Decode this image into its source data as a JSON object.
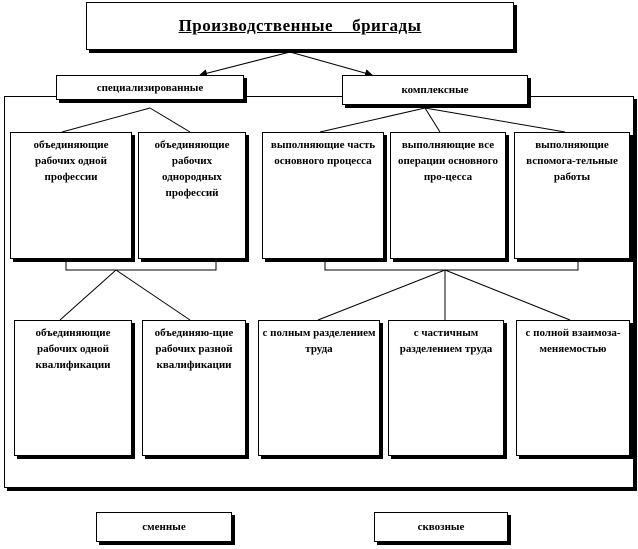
{
  "title": "Производственные    бригады",
  "level1": {
    "left": "специализированные",
    "right": "комплексные"
  },
  "level2": [
    "объединяющие рабочих одной профессии",
    "объединяющие рабочих однородных профессий",
    "выполняющие часть основного процесса",
    "выполняющие все операции основного про-цесса",
    "выполняющие вспомога-тельные работы"
  ],
  "level3": [
    "объединяющие рабочих одной квалификации",
    "объединяю-щие рабочих разной квалификации",
    "с полным разделением труда",
    "с частичным разделением труда",
    "с полной взаимоза-меняемостью"
  ],
  "bottom": {
    "left": "сменные",
    "right": "сквозные"
  }
}
